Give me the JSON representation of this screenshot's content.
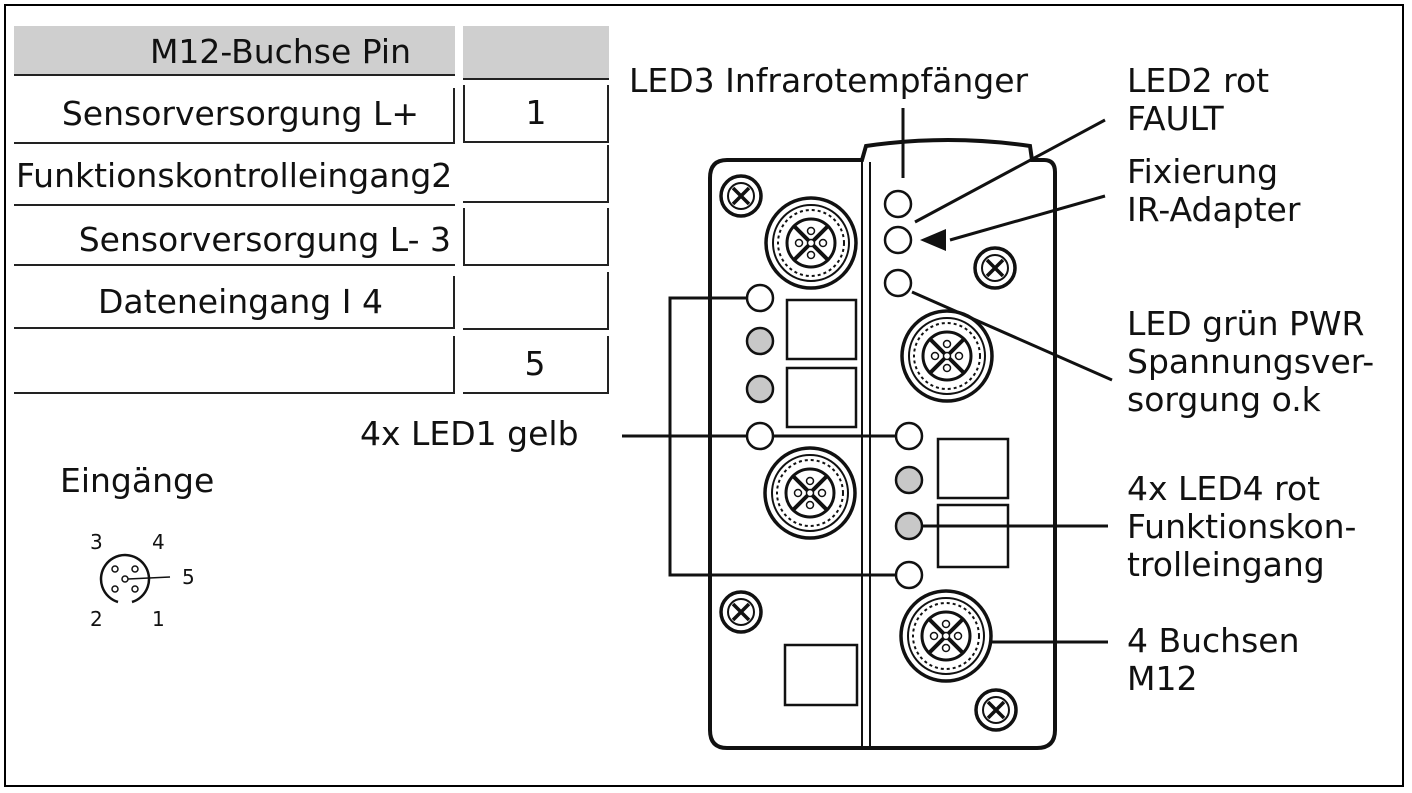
{
  "table": {
    "header": [
      "M12-Buchse Pin",
      ""
    ],
    "rows": [
      [
        "Sensorversorgung L+",
        "1"
      ],
      [
        "Funktionskontrolleingang",
        "2"
      ],
      [
        "Sensorversorgung L-",
        "3"
      ],
      [
        "Dateneingang I",
        "4"
      ],
      [
        "",
        "5"
      ]
    ]
  },
  "inputs": {
    "title": "Eingänge",
    "pins": [
      "1",
      "2",
      "3",
      "4",
      "5"
    ]
  },
  "labels": {
    "led3": "LED3 Infrarotempfänger",
    "led2": [
      "LED2 rot",
      "FAULT"
    ],
    "fix": [
      "Fixierung",
      "IR-Adapter"
    ],
    "pwr": [
      "LED grün PWR",
      "Spannungsver-",
      "sorgung o.k"
    ],
    "led1": "4x LED1 gelb",
    "led4": [
      "4x LED4 rot",
      "Funktionskon-",
      "trolleingang"
    ],
    "buchsen": [
      "4 Buchsen",
      "M12"
    ]
  },
  "colors": {
    "line": "#111111",
    "header_fill": "#cfcfcf",
    "led_on": "#c8c8c8"
  }
}
